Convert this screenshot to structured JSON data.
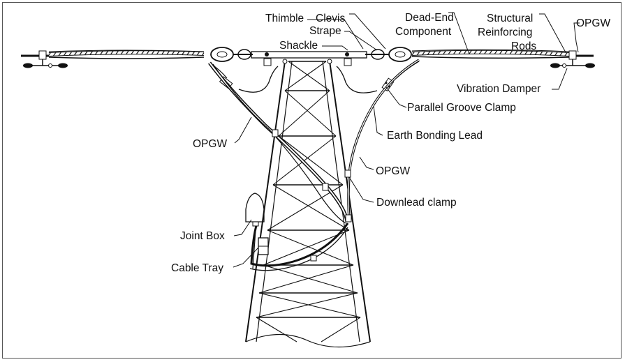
{
  "labels": {
    "thimble": "Thimble",
    "clevis": "Clevis",
    "strape": "Strape",
    "shackle": "Shackle",
    "dead_end_1": "Dead-End",
    "dead_end_2": "Component",
    "structural_1": "Structural",
    "structural_2": "Reinforcing",
    "structural_3": "Rods",
    "opgw_top_right": "OPGW",
    "vibration_damper": "Vibration Damper",
    "parallel_groove_clamp": "Parallel Groove Clamp",
    "earth_bonding_lead": "Earth Bonding Lead",
    "opgw_left": "OPGW",
    "opgw_right": "OPGW",
    "downlead_clamp": "Downlead clamp",
    "joint_box": "Joint Box",
    "cable_tray": "Cable Tray"
  }
}
